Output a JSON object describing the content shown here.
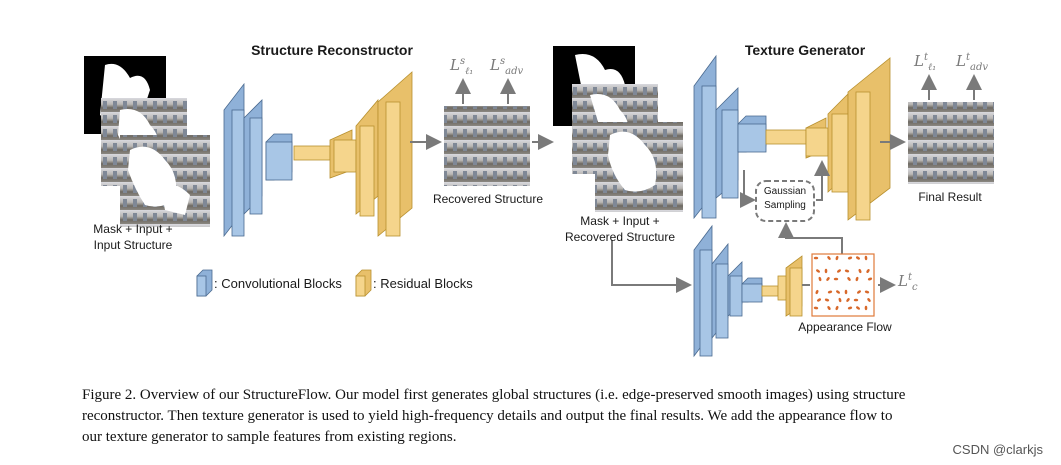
{
  "figure": {
    "structure_reconstructor": "Structure Reconstructor",
    "texture_generator": "Texture Generator",
    "input_label_1": "Mask + Input +",
    "input_label_2": "Input Structure",
    "recovered_structure": "Recovered Structure",
    "mid_label_1": "Mask + Input +",
    "mid_label_2": "Recovered Structure",
    "final_result": "Final Result",
    "gaussian_1": "Gaussian",
    "gaussian_2": "Sampling",
    "appearance_flow": "Appearance Flow",
    "legend_conv": ": Convolutional Blocks",
    "legend_res": ": Residual Blocks",
    "loss_s_l1": {
      "sym": "L",
      "sup": "s",
      "sub": "ℓ₁"
    },
    "loss_s_adv": {
      "sym": "L",
      "sup": "s",
      "sub": "adv"
    },
    "loss_t_l1": {
      "sym": "L",
      "sup": "t",
      "sub": "ℓ₁"
    },
    "loss_t_adv": {
      "sym": "L",
      "sup": "t",
      "sub": "adv"
    },
    "loss_t_c": {
      "sym": "L",
      "sup": "t",
      "sub": "c"
    }
  },
  "caption": {
    "line1": "Figure 2. Overview of our StructureFlow. Our model first generates global structures (i.e. edge-preserved smooth images) using structure",
    "line2": "reconstructor. Then texture generator is used to yield high-frequency details and output the final results. We add the appearance flow to",
    "line3": "our texture generator to sample features from existing regions."
  },
  "watermark": "CSDN @clarkjs",
  "colors": {
    "conv": "#a8c6e6",
    "res": "#f5d58c",
    "flow_border": "#e07a3a",
    "flow_dot": "#d8692b",
    "arrow": "#7a7a7a"
  }
}
